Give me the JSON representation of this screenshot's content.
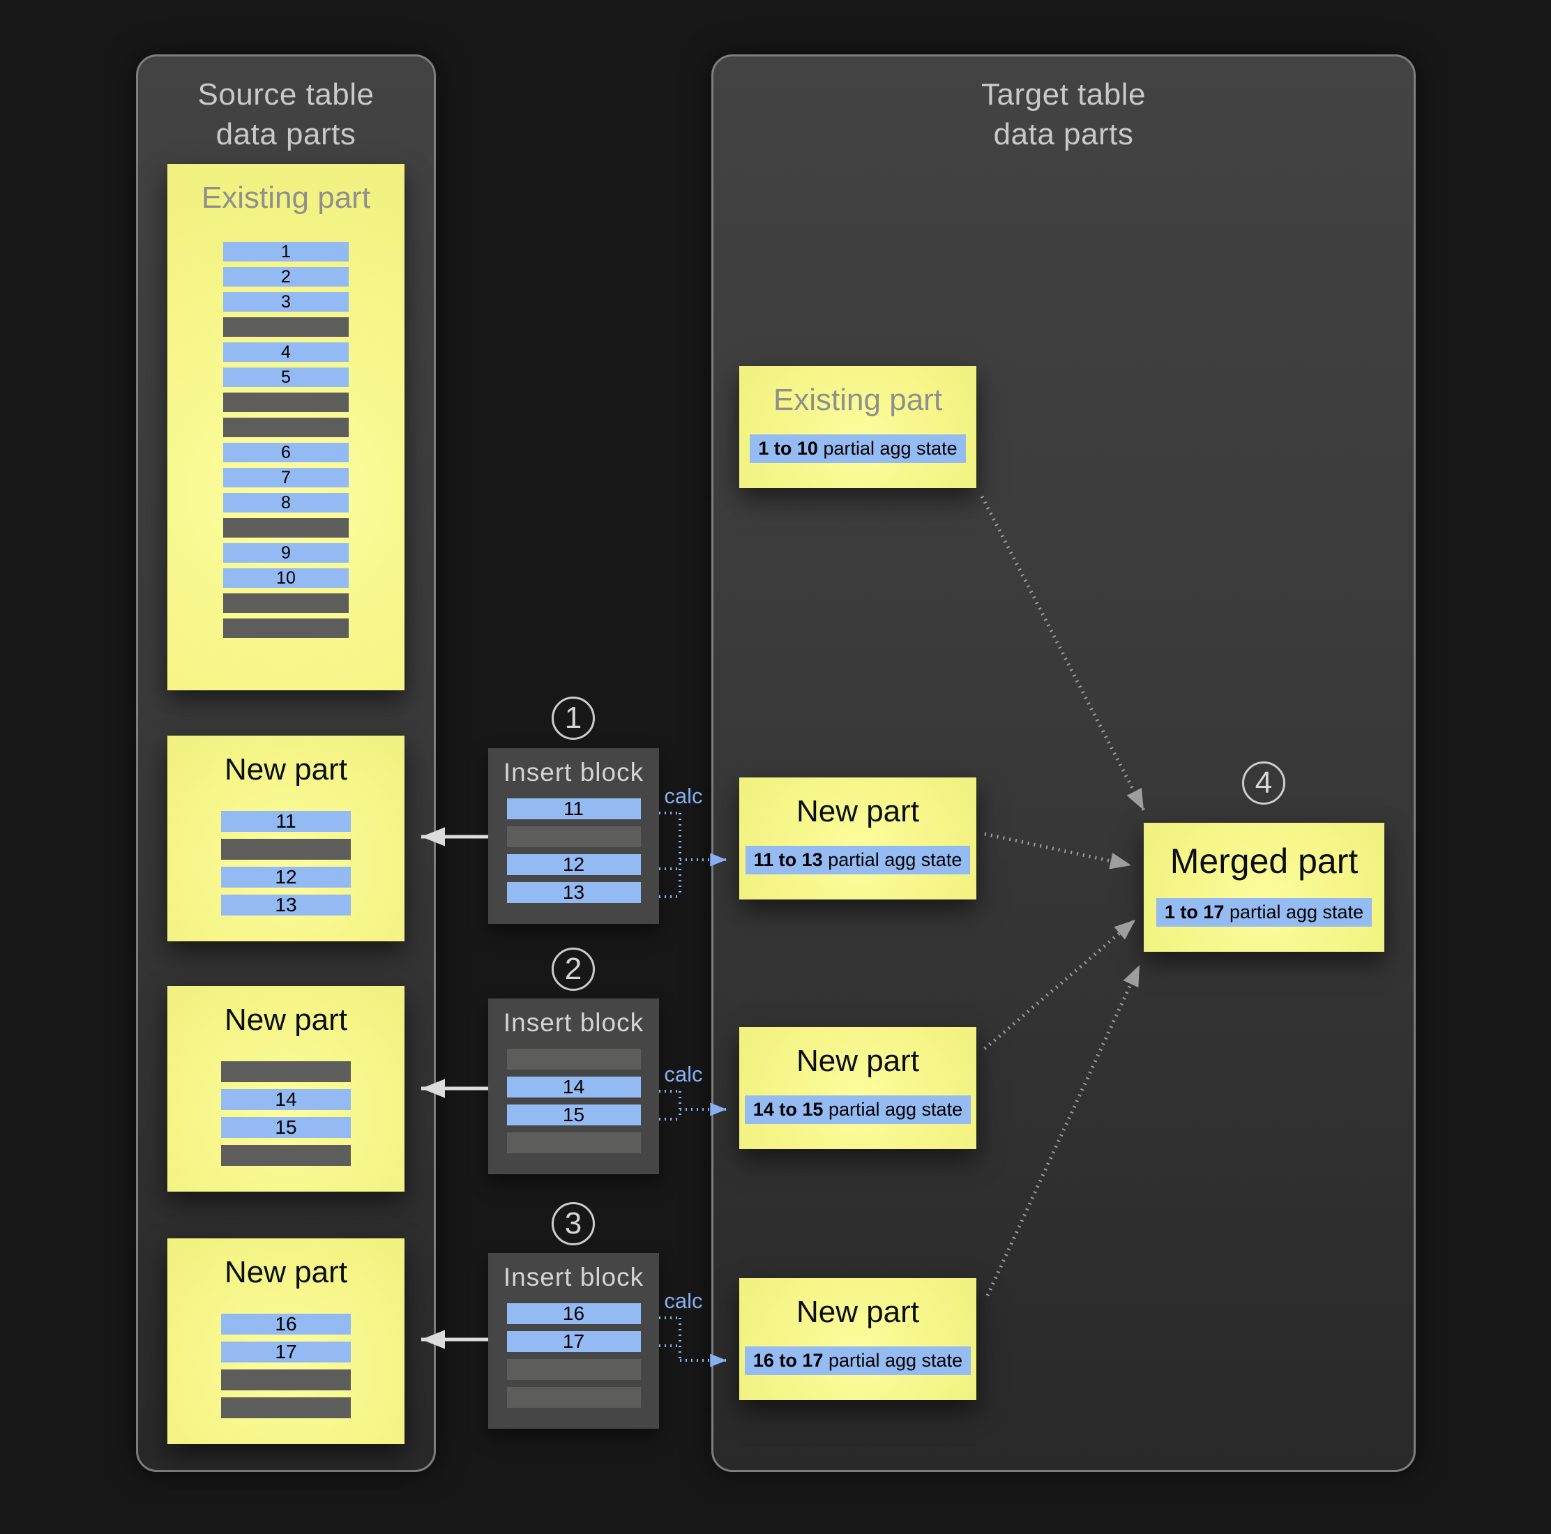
{
  "labels": {
    "calc": "calc"
  },
  "source_panel": {
    "title": "Source table\ndata parts",
    "existing_part": {
      "title": "Existing part",
      "rows": [
        1,
        2,
        3,
        null,
        4,
        5,
        null,
        null,
        6,
        7,
        8,
        null,
        9,
        10,
        null,
        null
      ]
    },
    "new_parts": [
      {
        "title": "New part",
        "rows": [
          11,
          null,
          12,
          13
        ]
      },
      {
        "title": "New part",
        "rows": [
          null,
          14,
          15,
          null
        ]
      },
      {
        "title": "New part",
        "rows": [
          16,
          17,
          null,
          null
        ]
      }
    ]
  },
  "insert_blocks": [
    {
      "step": "1",
      "title": "Insert block",
      "rows": [
        11,
        null,
        12,
        13
      ],
      "calc": "calc"
    },
    {
      "step": "2",
      "title": "Insert block",
      "rows": [
        null,
        14,
        15,
        null
      ],
      "calc": "calc"
    },
    {
      "step": "3",
      "title": "Insert block",
      "rows": [
        16,
        17,
        null,
        null
      ],
      "calc": "calc"
    }
  ],
  "target_panel": {
    "title": "Target table\ndata parts",
    "existing_part": {
      "title": "Existing part",
      "agg_range": "1 to 10",
      "agg_suffix": "partial agg state"
    },
    "new_parts": [
      {
        "title": "New part",
        "agg_range": "11 to 13",
        "agg_suffix": "partial agg state"
      },
      {
        "title": "New part",
        "agg_range": "14 to 15",
        "agg_suffix": "partial agg state"
      },
      {
        "title": "New part",
        "agg_range": "16 to 17",
        "agg_suffix": "partial agg state"
      }
    ],
    "merged_part": {
      "step": "4",
      "title": "Merged part",
      "agg_range": "1 to 17",
      "agg_suffix": "partial agg state"
    }
  }
}
